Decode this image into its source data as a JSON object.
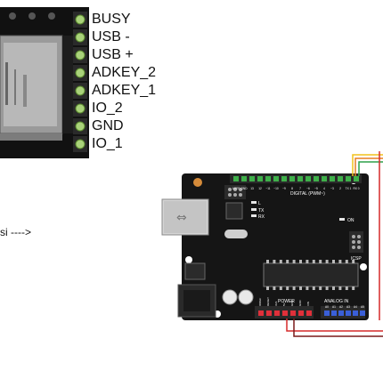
{
  "module": {
    "pins": [
      "BUSY",
      "USB -",
      "USB +",
      "ADKEY_2",
      "ADKEY_1",
      "IO_2",
      "GND",
      "IO_1"
    ]
  },
  "arrow_label": "si ---->",
  "board": {
    "header_top_label": "DIGITAL (PWM~)",
    "tx_label": "TX",
    "rx_label": "RX",
    "l_label": "L",
    "on_label": "ON",
    "icsp_label": "ICSP",
    "power_label": "POWER",
    "analog_label": "ANALOG IN",
    "power_pins": [
      "IOREF",
      "RESET",
      "3V3",
      "5V",
      "GND",
      "GND",
      "VIN"
    ],
    "analog_pins": [
      "A0",
      "A1",
      "A2",
      "A3",
      "A4",
      "A5"
    ],
    "digital_pins": [
      "AREF",
      "GND",
      "13",
      "12",
      "~11",
      "~10",
      "~9",
      "8",
      "7",
      "~6",
      "~5",
      "4",
      "~3",
      "2",
      "TX 1",
      "RX 0"
    ]
  },
  "colors": {
    "pcb": "#111111",
    "header": "#2a2a2a",
    "pin_green": "#3fb04a",
    "pin_red": "#e0303a",
    "pin_blue": "#3a5fd8",
    "wire_yellow": "#f2c21a",
    "wire_orange": "#e77d22",
    "wire_green": "#2fa04a",
    "wire_red": "#d62a2a",
    "wire_dark": "#7a1a1a"
  }
}
